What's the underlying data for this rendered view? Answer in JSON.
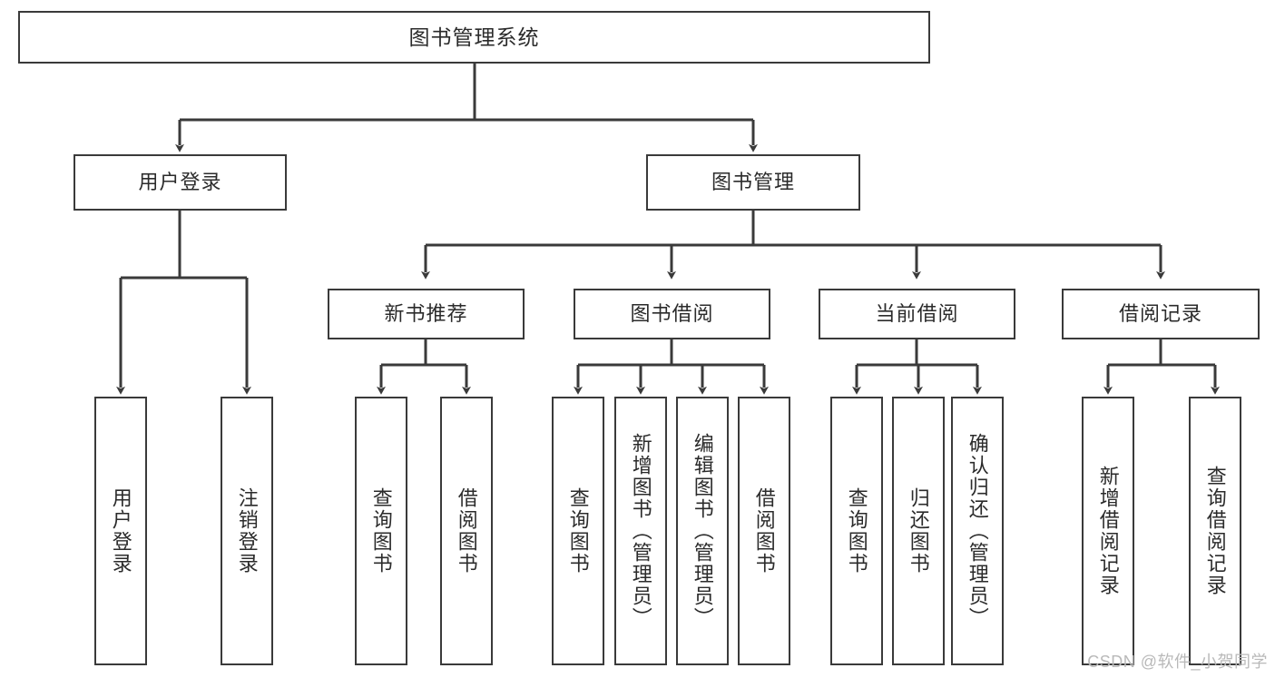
{
  "diagram": {
    "type": "tree",
    "title": "图书管理系统",
    "orientation": "top-down",
    "colors": {
      "box_border": "#3a3a3a",
      "box_fill": "#ffffff",
      "connector": "#3a3a3a",
      "text": "#2b2b2b",
      "watermark": "#b9b9b9",
      "background": "#ffffff"
    },
    "nodes": {
      "root": {
        "label": "图书管理系统"
      },
      "level2": [
        {
          "id": "user_login",
          "label": "用户登录"
        },
        {
          "id": "book_manage",
          "label": "图书管理"
        }
      ],
      "level3": [
        {
          "id": "new_book_rec",
          "label": "新书推荐"
        },
        {
          "id": "book_borrow",
          "label": "图书借阅"
        },
        {
          "id": "current_borrow",
          "label": "当前借阅"
        },
        {
          "id": "borrow_record",
          "label": "借阅记录"
        }
      ],
      "leaves": [
        {
          "id": "leaf_user_login",
          "label": "用户登录"
        },
        {
          "id": "leaf_user_logout",
          "label": "注销登录"
        },
        {
          "id": "leaf_rec_query",
          "label": "查询图书"
        },
        {
          "id": "leaf_rec_borrow",
          "label": "借阅图书"
        },
        {
          "id": "leaf_borrow_query",
          "label": "查询图书"
        },
        {
          "id": "leaf_borrow_add",
          "label": "新增图书（管理员）"
        },
        {
          "id": "leaf_borrow_edit",
          "label": "编辑图书（管理员）"
        },
        {
          "id": "leaf_borrow_do",
          "label": "借阅图书"
        },
        {
          "id": "leaf_cur_query",
          "label": "查询图书"
        },
        {
          "id": "leaf_cur_return",
          "label": "归还图书"
        },
        {
          "id": "leaf_cur_confirm",
          "label": "确认归还（管理员）"
        },
        {
          "id": "leaf_rec_add",
          "label": "新增借阅记录"
        },
        {
          "id": "leaf_rec_search",
          "label": "查询借阅记录"
        }
      ]
    },
    "edges": [
      {
        "from": "root",
        "to": "user_login"
      },
      {
        "from": "root",
        "to": "book_manage"
      },
      {
        "from": "user_login",
        "to": "leaf_user_login"
      },
      {
        "from": "user_login",
        "to": "leaf_user_logout"
      },
      {
        "from": "book_manage",
        "to": "new_book_rec"
      },
      {
        "from": "book_manage",
        "to": "book_borrow"
      },
      {
        "from": "book_manage",
        "to": "current_borrow"
      },
      {
        "from": "book_manage",
        "to": "borrow_record"
      },
      {
        "from": "new_book_rec",
        "to": "leaf_rec_query"
      },
      {
        "from": "new_book_rec",
        "to": "leaf_rec_borrow"
      },
      {
        "from": "book_borrow",
        "to": "leaf_borrow_query"
      },
      {
        "from": "book_borrow",
        "to": "leaf_borrow_add"
      },
      {
        "from": "book_borrow",
        "to": "leaf_borrow_edit"
      },
      {
        "from": "book_borrow",
        "to": "leaf_borrow_do"
      },
      {
        "from": "current_borrow",
        "to": "leaf_cur_query"
      },
      {
        "from": "current_borrow",
        "to": "leaf_cur_return"
      },
      {
        "from": "current_borrow",
        "to": "leaf_cur_confirm"
      },
      {
        "from": "borrow_record",
        "to": "leaf_rec_add"
      },
      {
        "from": "borrow_record",
        "to": "leaf_rec_search"
      }
    ]
  },
  "watermark": {
    "text": "CSDN @软件_小贺同学"
  }
}
